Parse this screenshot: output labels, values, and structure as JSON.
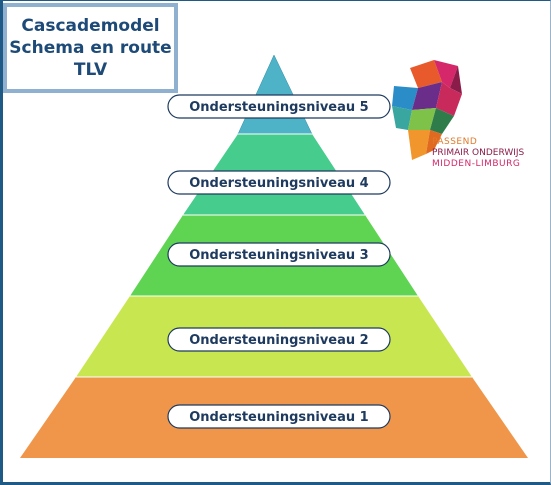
{
  "title": {
    "line1": "Cascademodel",
    "line2": "Schema en route",
    "line3": "TLV"
  },
  "levels": [
    {
      "label": "Ondersteuningsniveau 5",
      "color": "#4fb3c8"
    },
    {
      "label": "Ondersteuningsniveau 4",
      "color": "#46cc8c"
    },
    {
      "label": "Ondersteuningsniveau 3",
      "color": "#5ed452"
    },
    {
      "label": "Ondersteuningsniveau 2",
      "color": "#c8e64f"
    },
    {
      "label": "Ondersteuningsniveau 1",
      "color": "#f0964a"
    }
  ],
  "logo": {
    "line1": "PASSEND",
    "line2": "PRIMAIR ONDERWIJS",
    "line3": "MIDDEN-LIMBURG"
  },
  "colors": {
    "frame": "#1f5a86",
    "title_text": "#1e4a78",
    "pill_border": "#1e3a5f"
  }
}
